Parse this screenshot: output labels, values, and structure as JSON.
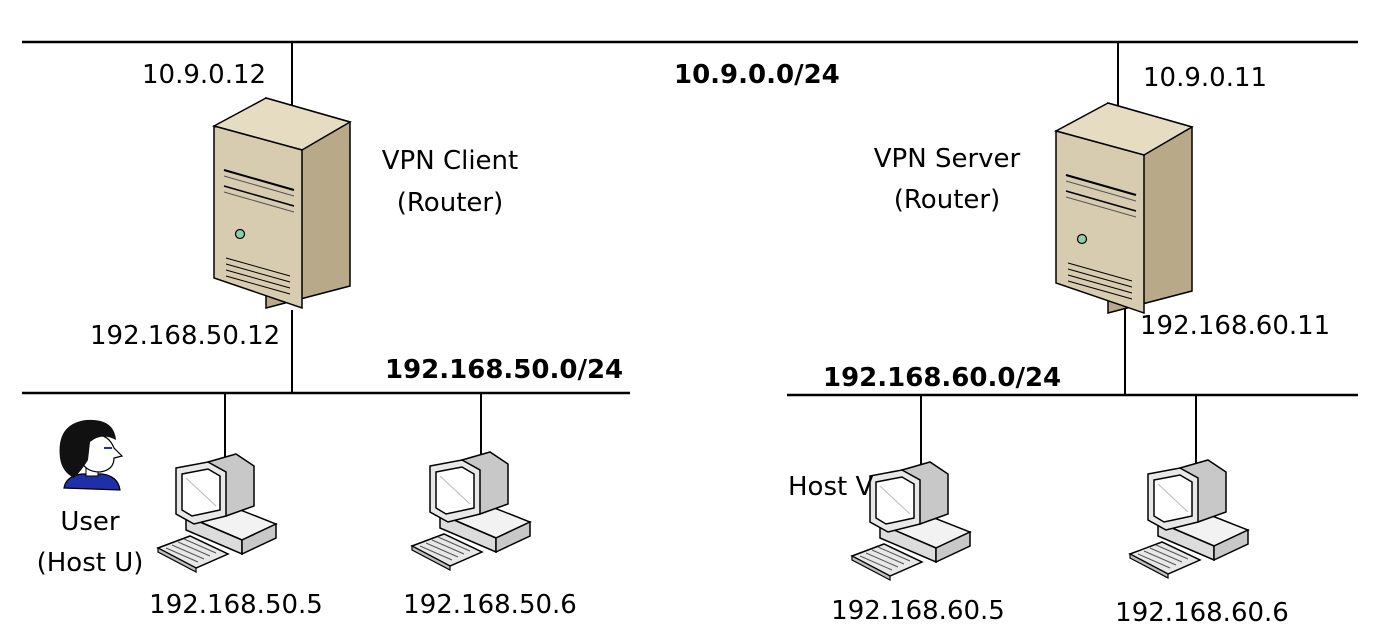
{
  "networks": {
    "wan": "10.9.0.0/24",
    "client_lan": "192.168.50.0/24",
    "server_lan": "192.168.60.0/24"
  },
  "vpn_client": {
    "name": "VPN Client",
    "role": "(Router)",
    "wan_ip": "10.9.0.12",
    "lan_ip": "192.168.50.12"
  },
  "vpn_server": {
    "name": "VPN Server",
    "role": "(Router)",
    "wan_ip": "10.9.0.11",
    "lan_ip": "192.168.60.11"
  },
  "user": {
    "name": "User",
    "host": "(Host U)"
  },
  "hosts": [
    {
      "ip": "192.168.50.5"
    },
    {
      "ip": "192.168.50.6"
    },
    {
      "ip": "192.168.60.5",
      "name": "Host V"
    },
    {
      "ip": "192.168.60.6"
    }
  ],
  "colors": {
    "server_face": "#d7ccb0",
    "server_side": "#b8aa88",
    "pc_body": "#e8e8e8",
    "pc_outline": "#000000",
    "user_shirt": "#1f2fa8",
    "user_skin": "#ffffff",
    "user_hair": "#111111"
  },
  "icons": {
    "router": "server-tower-icon",
    "host": "desktop-computer-icon",
    "user": "user-avatar-icon"
  }
}
